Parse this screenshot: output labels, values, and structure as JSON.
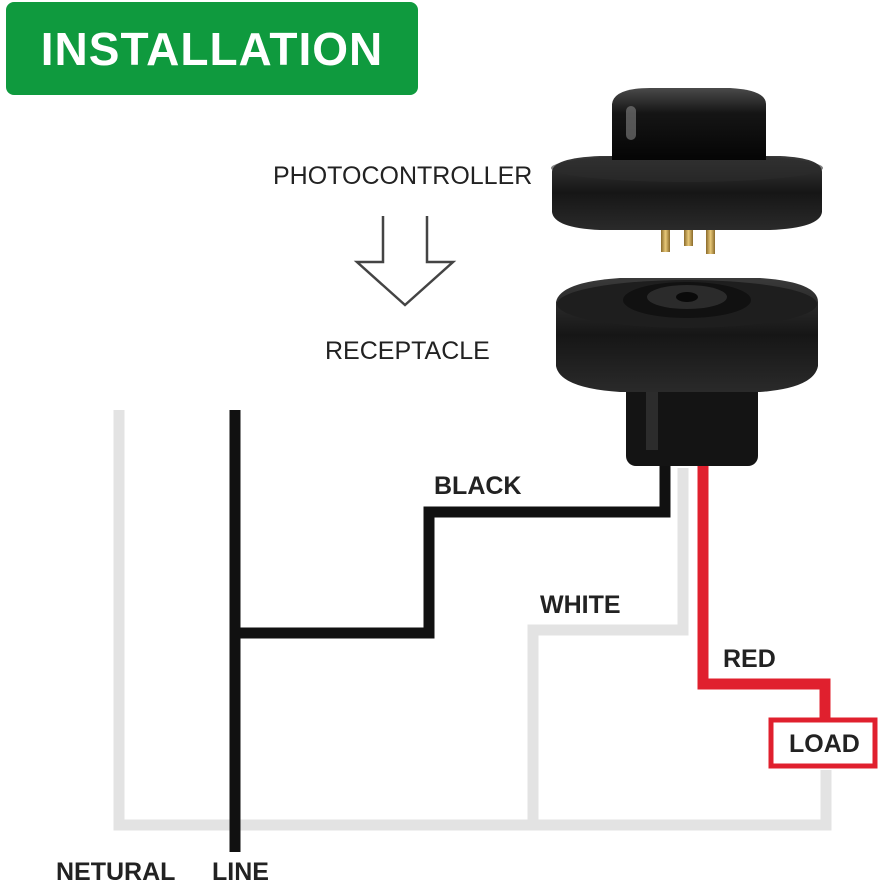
{
  "title": "INSTALLATION",
  "parts": {
    "top": "PHOTOCONTROLLER",
    "bottom": "RECEPTACLE"
  },
  "wires": {
    "black": "BLACK",
    "white": "WHITE",
    "red": "RED",
    "load": "LOAD",
    "neutral": "NETURAL",
    "line": "LINE"
  },
  "colors": {
    "banner": "#0f9a3e",
    "black_wire": "#111111",
    "white_wire": "#e3e3e3",
    "red_wire": "#e0202e"
  }
}
